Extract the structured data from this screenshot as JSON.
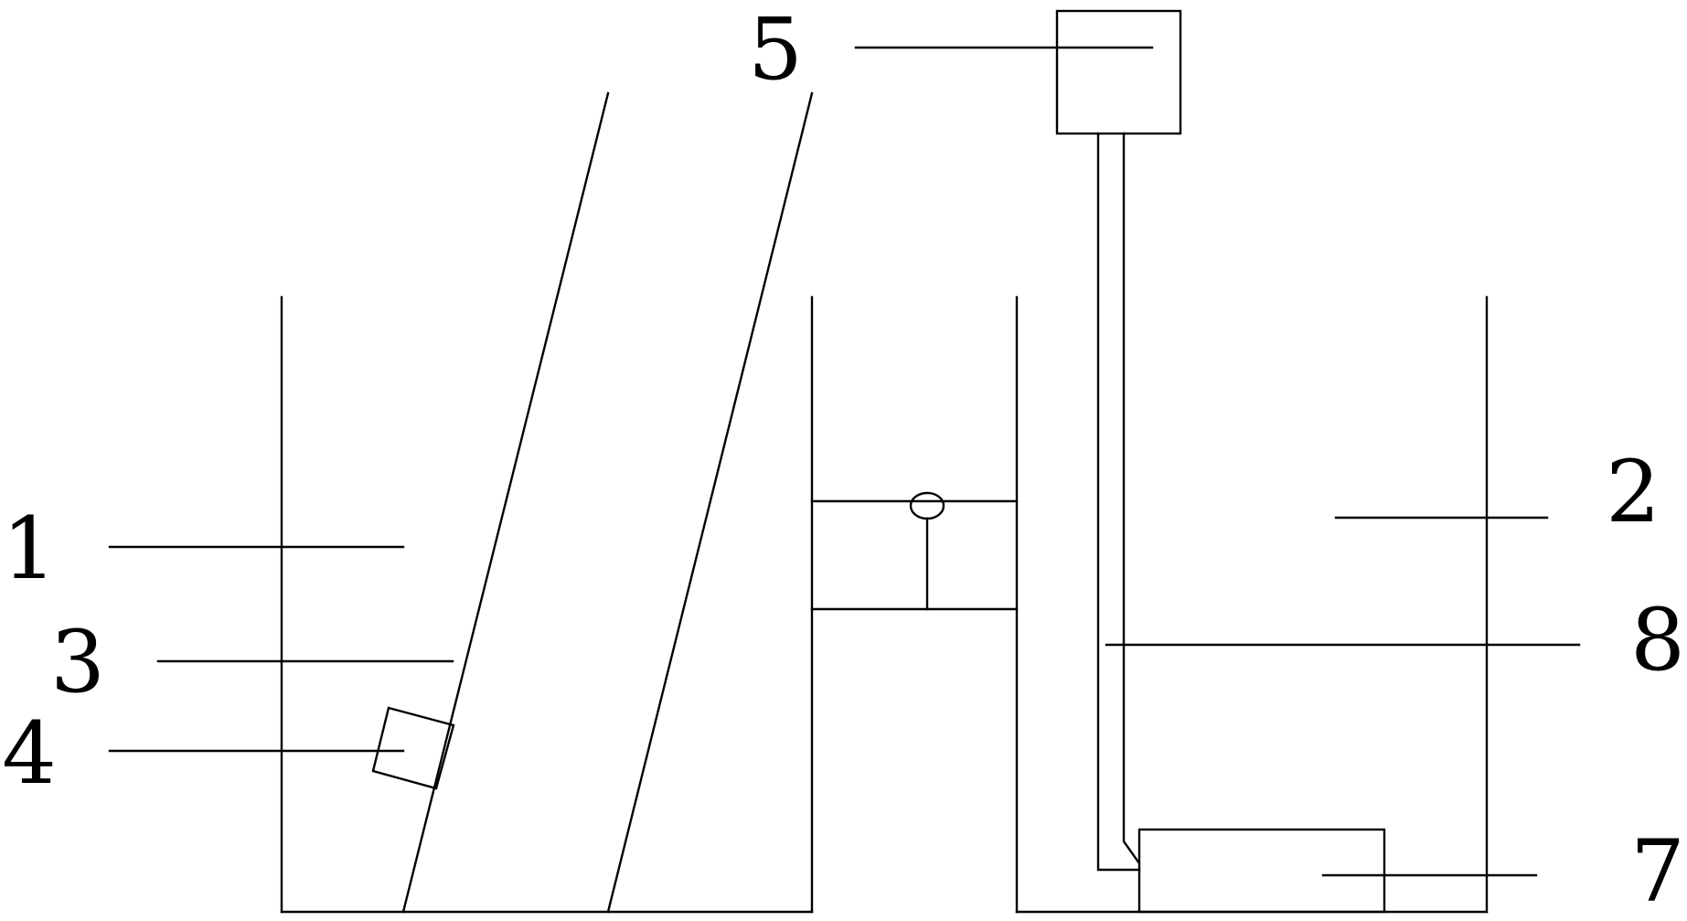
{
  "labels": {
    "l1": "1",
    "l2": "2",
    "l3": "3",
    "l4": "4",
    "l5": "5",
    "l7": "7",
    "l8": "8"
  },
  "colors": {
    "stroke": "#000000",
    "background": "#ffffff"
  }
}
